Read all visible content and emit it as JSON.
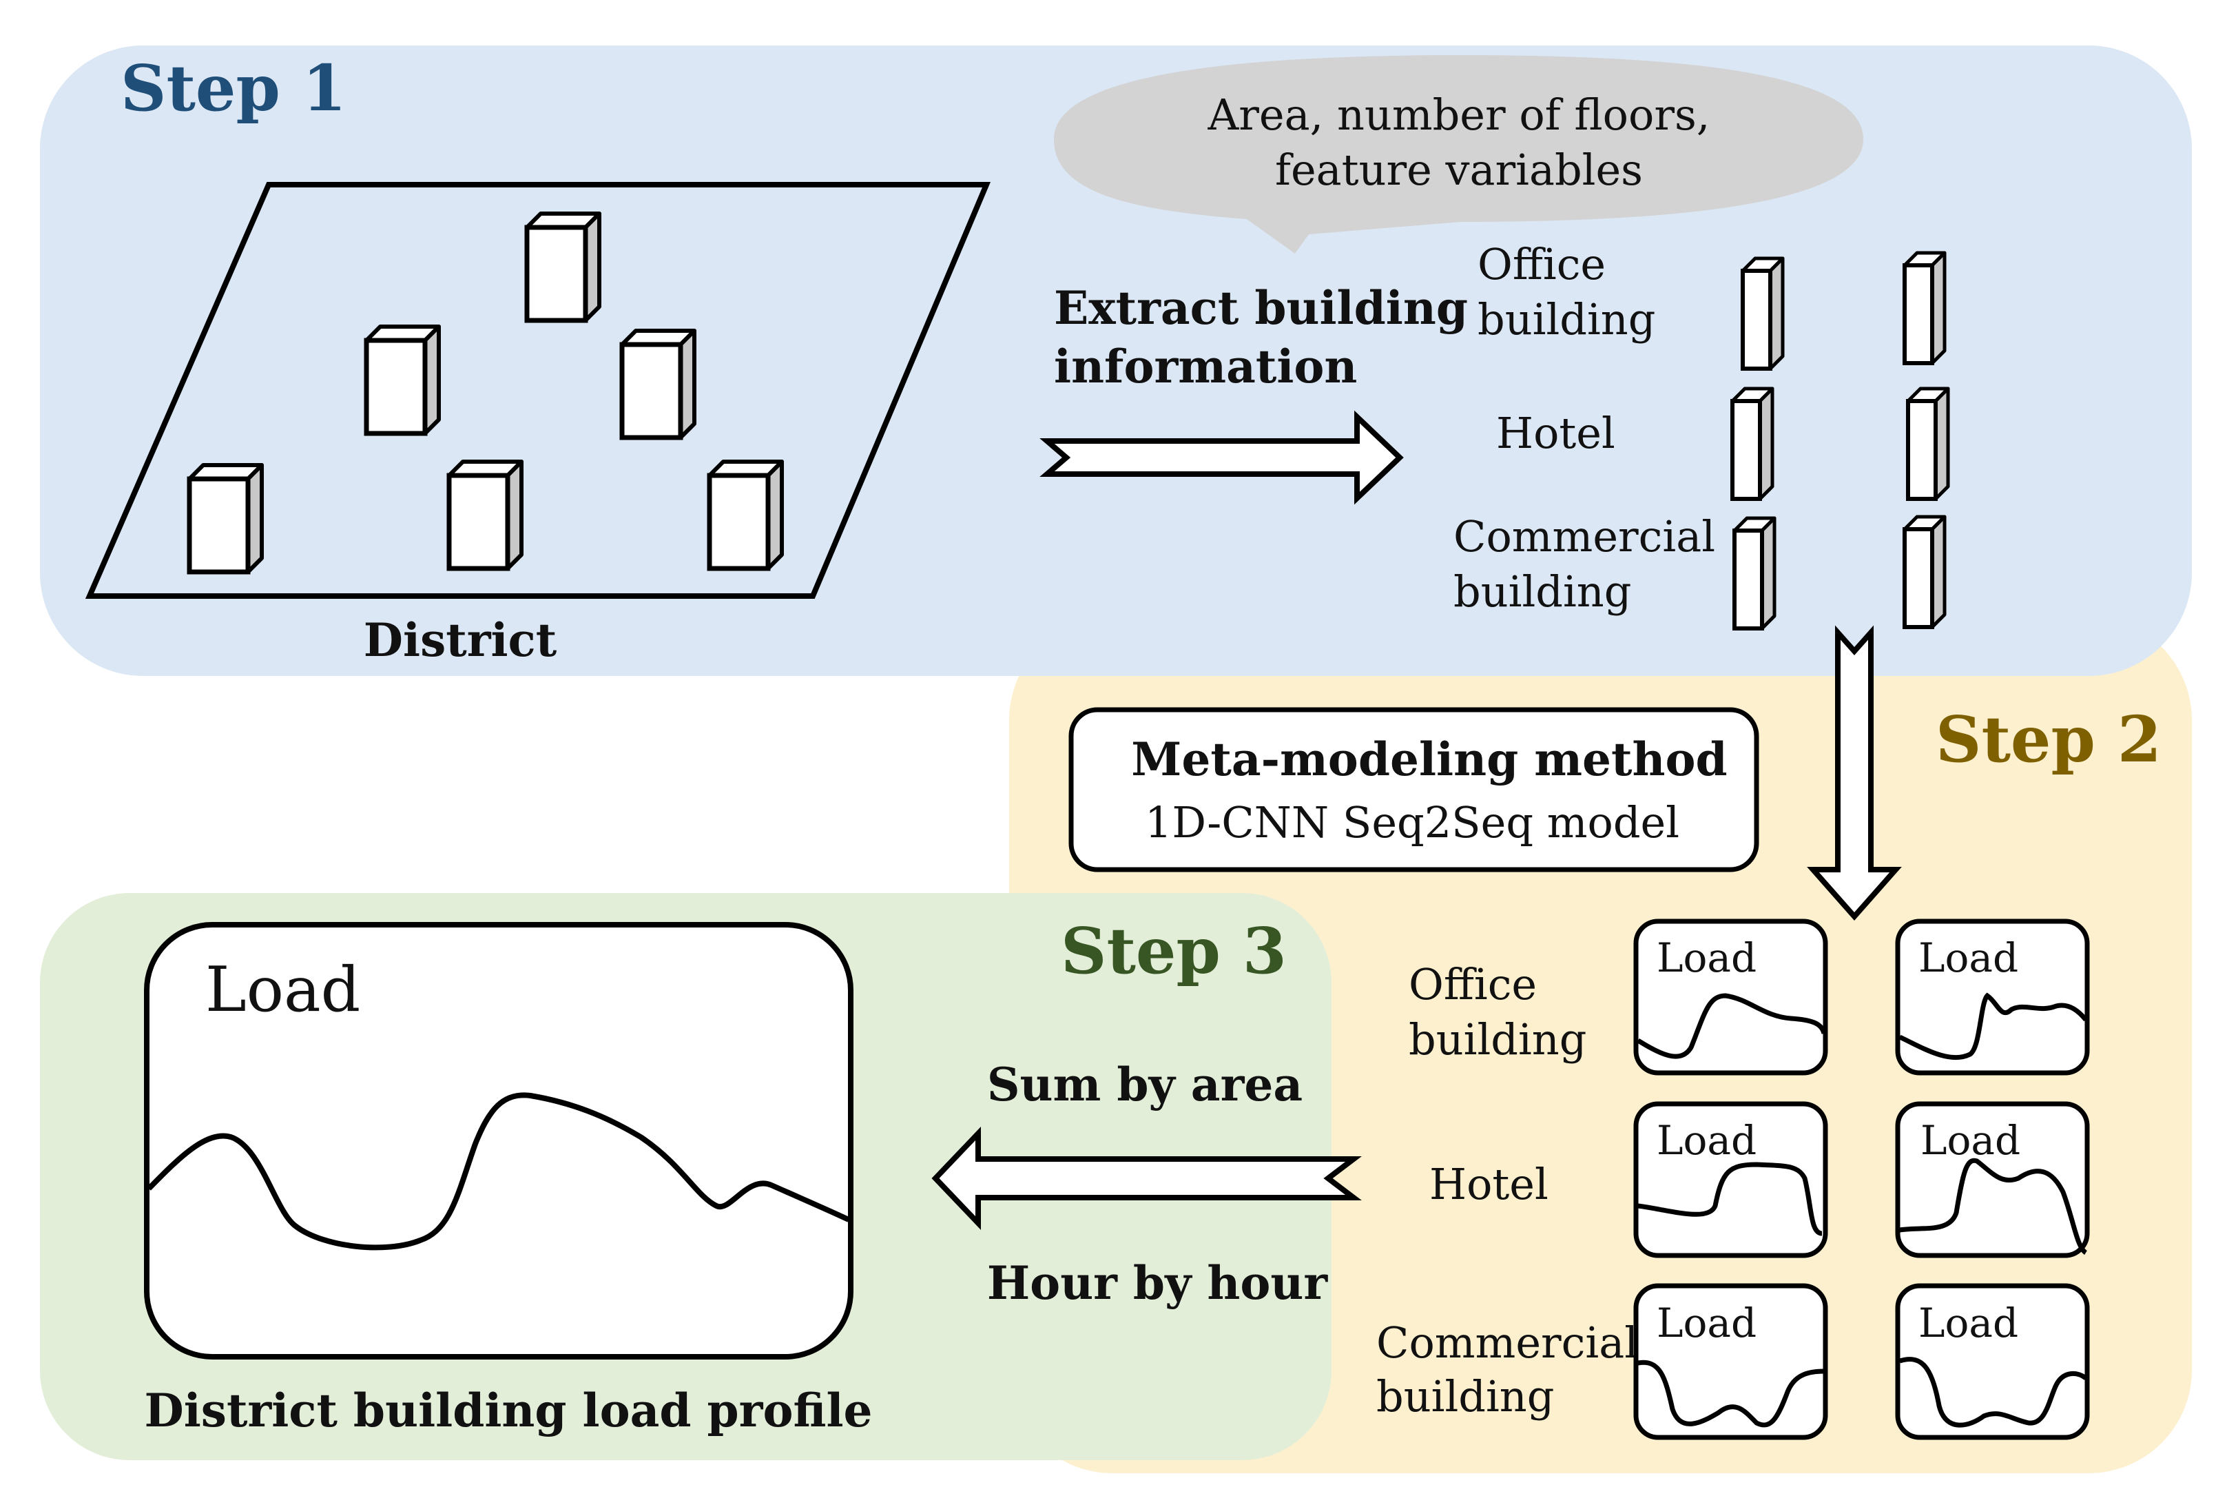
{
  "colors": {
    "step1_bg": "#dbe7f4",
    "step2_bg": "#fdf0cf",
    "step3_bg": "#e3eed9",
    "step1_text": "#1f4e79",
    "step2_text": "#7f6000",
    "step3_text": "#375623",
    "bubble": "#d3d3d3"
  },
  "step1": {
    "title": "Step 1",
    "district_label": "District",
    "bubble_line1": "Area, number of floors,",
    "bubble_line2": "feature variables",
    "arrow_line1": "Extract building",
    "arrow_line2": "information",
    "types": [
      {
        "line1": "Office",
        "line2": "building"
      },
      {
        "line1": "Hotel",
        "line2": ""
      },
      {
        "line1": "Commercial",
        "line2": "building"
      }
    ]
  },
  "step2": {
    "title": "Step 2",
    "method_title": "Meta-modeling method",
    "method_model": "1D-CNN Seq2Seq model",
    "types": [
      {
        "line1": "Office",
        "line2": "building"
      },
      {
        "line1": "Hotel",
        "line2": ""
      },
      {
        "line1": "Commercial",
        "line2": "building"
      }
    ],
    "chart_label": "Load"
  },
  "step3": {
    "title": "Step 3",
    "load_label": "Load",
    "arrow_top": "Sum by area",
    "arrow_bottom": "Hour by hour",
    "profile_label": "District building load profile"
  }
}
